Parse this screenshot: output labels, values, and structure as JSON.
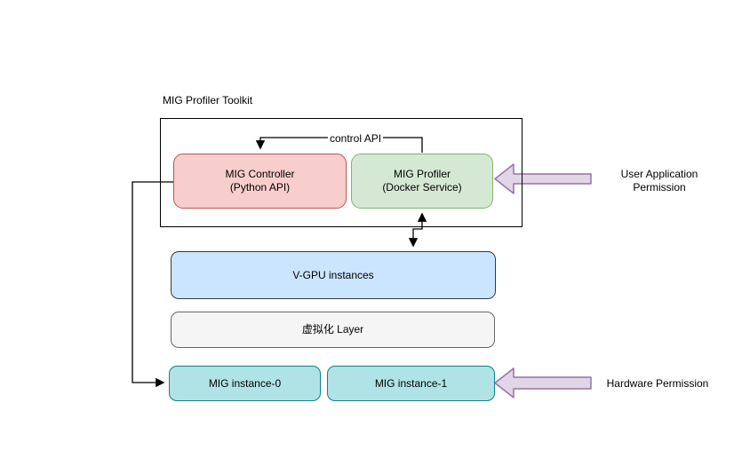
{
  "diagram": {
    "title": "MIG Profiler Toolkit",
    "nodes": {
      "controller": {
        "line1": "MIG Controller",
        "line2": "(Python API)"
      },
      "profiler": {
        "line1": "MIG Profiler",
        "line2": "(Docker Service)"
      },
      "vgpu": {
        "label": "V-GPU instances"
      },
      "virtualization": {
        "label": "虚拟化 Layer"
      },
      "mig0": {
        "label": "MIG instance-0"
      },
      "mig1": {
        "label": "MIG instance-1"
      }
    },
    "edges": {
      "control_api_label": "control API",
      "profiler_vgpu": "bidirectional arrow between MIG Profiler and V-GPU instances",
      "controller_mig0": "arrow from MIG Controller to MIG instance-0"
    },
    "annotations": {
      "user_permission_line1": "User Application",
      "user_permission_line2": "Permission",
      "hardware_permission": "Hardware Permission"
    },
    "colors": {
      "controller_fill": "#f8cecc",
      "controller_stroke": "#b85450",
      "profiler_fill": "#d5e8d4",
      "profiler_stroke": "#82b366",
      "vgpu_fill": "#cce5ff",
      "vgpu_stroke": "#36393d",
      "virtualization_fill": "#f5f5f5",
      "virtualization_stroke": "#666666",
      "mig_fill": "#b0e3e6",
      "mig_stroke": "#0e8088",
      "permission_arrow_fill": "#e1d5e7",
      "permission_arrow_stroke": "#9673a6",
      "connector": "#000000",
      "background": "#ffffff"
    }
  }
}
